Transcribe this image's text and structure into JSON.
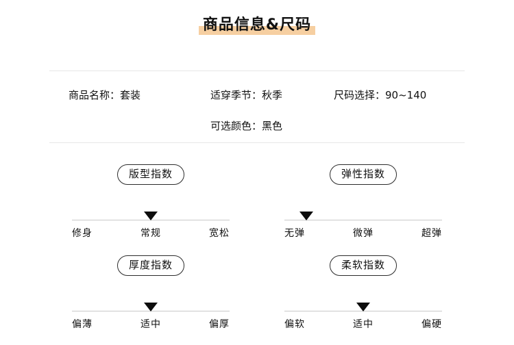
{
  "header": {
    "title": "商品信息&尺码",
    "highlight_color": "#f6cfa1"
  },
  "product_info": {
    "rows": [
      {
        "cells": [
          {
            "label": "商品名称：",
            "value": "套装"
          },
          {
            "label": "适穿季节：",
            "value": "秋季"
          },
          {
            "label": "尺码选择：",
            "value": "90~140"
          }
        ]
      },
      {
        "cells": [
          {
            "label": "可选颜色：",
            "value": "黑色"
          }
        ]
      }
    ]
  },
  "indices": [
    {
      "name": "版型指数",
      "marker_index": 1,
      "labels": [
        "修身",
        "常规",
        "宽松"
      ]
    },
    {
      "name": "弹性指数",
      "marker_index": 0,
      "labels": [
        "无弹",
        "微弹",
        "超弹"
      ]
    },
    {
      "name": "厚度指数",
      "marker_index": 1,
      "labels": [
        "偏薄",
        "适中",
        "偏厚"
      ]
    },
    {
      "name": "柔软指数",
      "marker_index": 1,
      "labels": [
        "偏软",
        "适中",
        "偏硬"
      ]
    }
  ]
}
